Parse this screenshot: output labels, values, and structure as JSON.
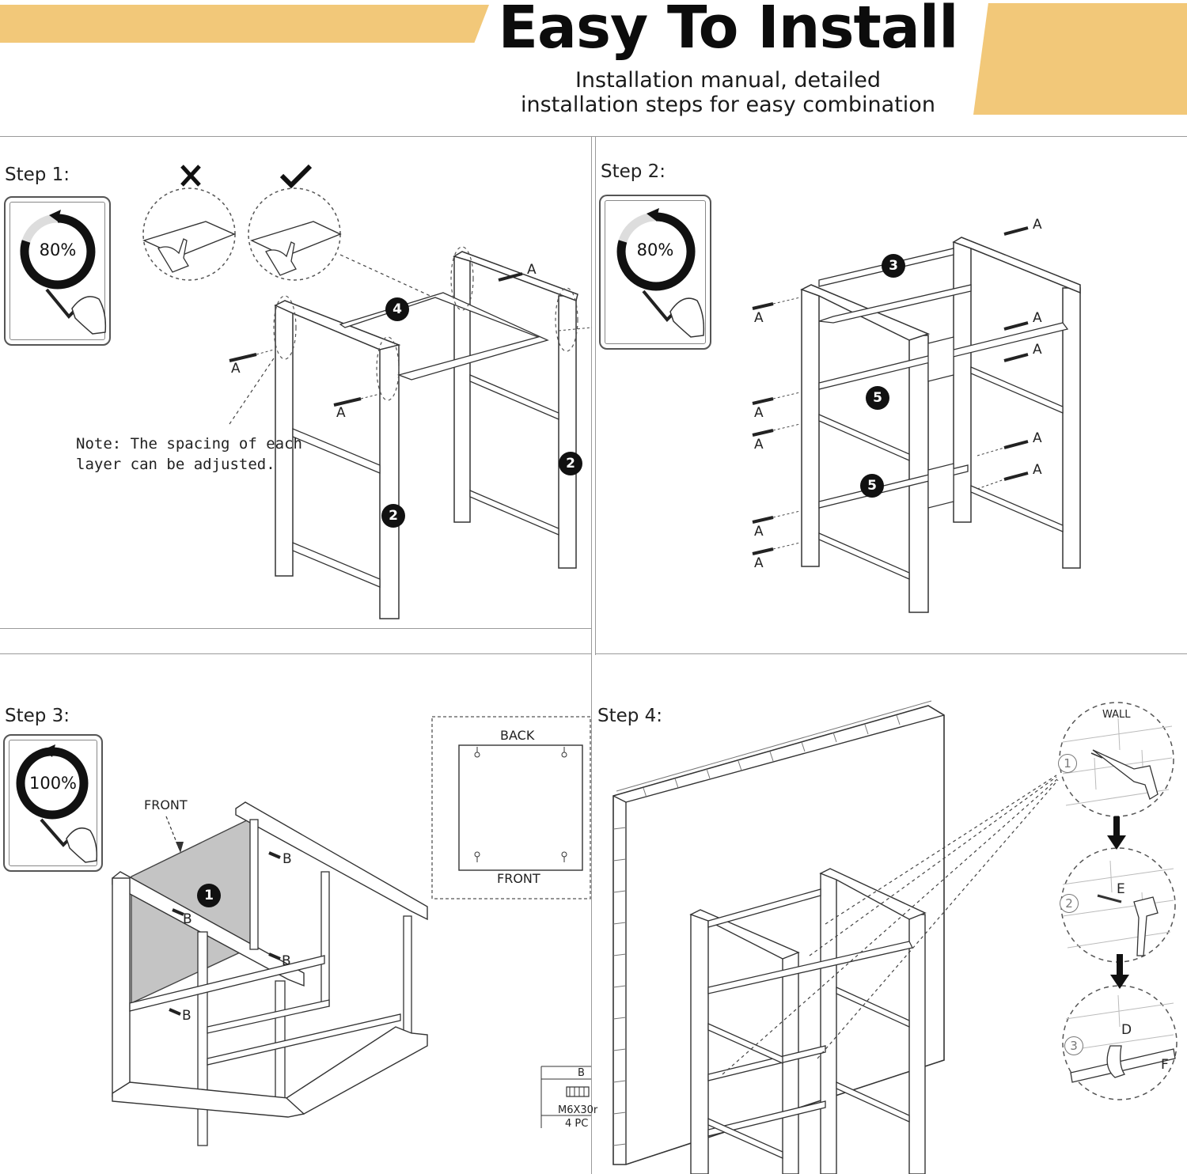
{
  "header": {
    "title": "Easy To Install",
    "subtitle_lines": [
      "Installation manual, detailed",
      "installation steps for easy combination"
    ],
    "accent_color": "#f2c879"
  },
  "steps": [
    {
      "label": "Step 1:",
      "badge": {
        "percent": "80%",
        "progress": 0.8,
        "icon": "hex-key-hand-icon"
      },
      "check_icons": [
        "wrong-mark-icon",
        "correct-mark-icon"
      ],
      "note_lines": [
        "Note: The spacing of each",
        "layer can be adjusted."
      ],
      "part_numbers": [
        "4",
        "2",
        "2"
      ],
      "screw_label": "A"
    },
    {
      "label": "Step 2:",
      "badge": {
        "percent": "80%",
        "progress": 0.8,
        "icon": "hex-key-hand-icon"
      },
      "part_numbers": [
        "3",
        "5",
        "5"
      ],
      "screw_label": "A"
    },
    {
      "label": "Step 3:",
      "badge": {
        "percent": "100%",
        "progress": 1.0,
        "icon": "hex-key-hand-icon"
      },
      "front_label": "FRONT",
      "part_numbers": [
        "1"
      ],
      "screw_label": "B",
      "inset": {
        "top_label": "BACK",
        "bottom_label": "FRONT"
      },
      "hardware": {
        "code": "B",
        "size": "M6X30r",
        "qty": "4 PC"
      }
    },
    {
      "label": "Step 4:",
      "wall_label": "WALL",
      "substeps": [
        "1",
        "2",
        "3"
      ],
      "hardware_labels": [
        "E",
        "D",
        "F"
      ]
    }
  ]
}
